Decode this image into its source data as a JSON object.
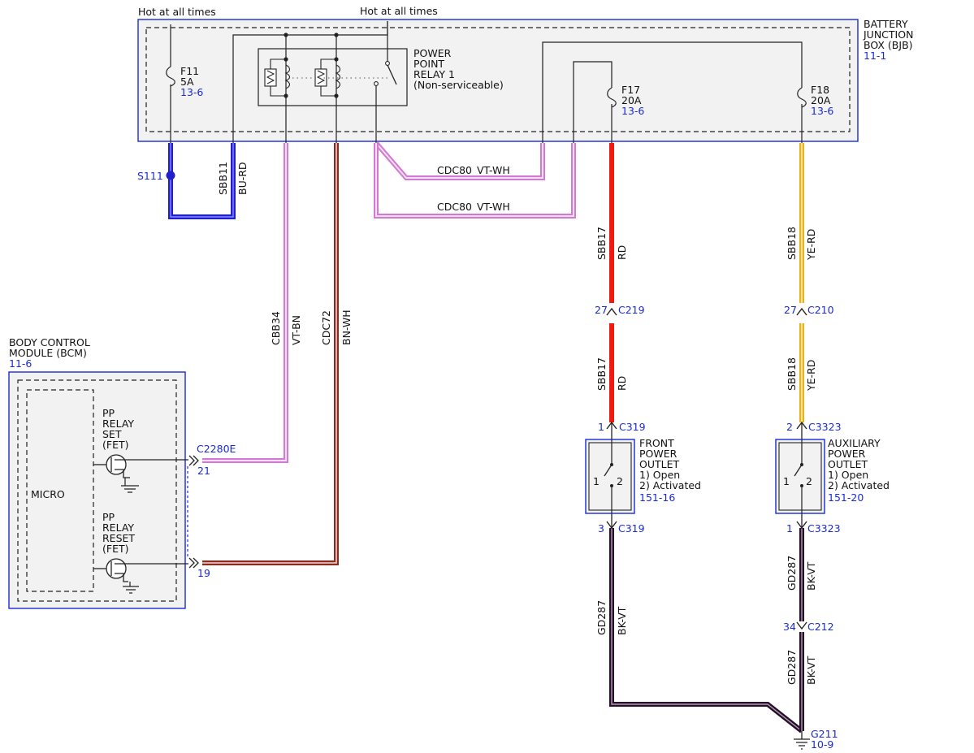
{
  "colors": {
    "blue_ref": "#1a2bd6",
    "wire_blue": "#1f1fd0",
    "wire_violet": "#e8a2e4",
    "wire_brown": "#8e2a20",
    "wire_red": "#ee1a10",
    "wire_yellow": "#e9b21b",
    "wire_black": "#241026",
    "box_fill": "#f2f2f2"
  },
  "bjb": {
    "name_lines": [
      "BATTERY",
      "JUNCTION",
      "BOX (BJB)"
    ],
    "ref": "11-1"
  },
  "hot_labels": [
    "Hot at all times",
    "Hot at all times"
  ],
  "fuses": {
    "f11": {
      "name": "F11",
      "rating": "5A",
      "ref": "13-6"
    },
    "f17": {
      "name": "F17",
      "rating": "20A",
      "ref": "13-6"
    },
    "f18": {
      "name": "F18",
      "rating": "20A",
      "ref": "13-6"
    }
  },
  "relay": {
    "lines": [
      "POWER",
      "POINT",
      "RELAY 1",
      "(Non-serviceable)"
    ]
  },
  "splice": "S111",
  "wires": {
    "sbb11": {
      "circuit": "SBB11",
      "color": "BU-RD"
    },
    "cdc80_a": {
      "circuit": "CDC80",
      "color": "VT-WH"
    },
    "cdc80_b": {
      "circuit": "CDC80",
      "color": "VT-WH"
    },
    "cbb34": {
      "circuit": "CBB34",
      "color": "VT-BN"
    },
    "cdc72": {
      "circuit": "CDC72",
      "color": "BN-WH"
    },
    "sbb17_a": {
      "circuit": "SBB17",
      "color": "RD"
    },
    "sbb17_b": {
      "circuit": "SBB17",
      "color": "RD"
    },
    "sbb18_a": {
      "circuit": "SBB18",
      "color": "YE-RD"
    },
    "sbb18_b": {
      "circuit": "SBB18",
      "color": "YE-RD"
    },
    "gd287_front": {
      "circuit": "GD287",
      "color": "BK-VT"
    },
    "gd287_aux_a": {
      "circuit": "GD287",
      "color": "BK-VT"
    },
    "gd287_aux_b": {
      "circuit": "GD287",
      "color": "BK-VT"
    }
  },
  "connectors": {
    "c219": {
      "pin": "27",
      "name": "C219"
    },
    "c210": {
      "pin": "27",
      "name": "C210"
    },
    "c319_top": {
      "pin": "1",
      "name": "C319"
    },
    "c319_bottom": {
      "pin": "3",
      "name": "C319"
    },
    "c3323_top": {
      "pin": "2",
      "name": "C3323"
    },
    "c3323_bottom": {
      "pin": "1",
      "name": "C3323"
    },
    "c212": {
      "pin": "34",
      "name": "C212"
    },
    "c2280e": {
      "name": "C2280E",
      "pin_set": "21",
      "pin_reset": "19"
    }
  },
  "bcm": {
    "name_lines": [
      "BODY CONTROL",
      "MODULE (BCM)"
    ],
    "ref": "11-6",
    "micro": "MICRO",
    "set_lines": [
      "PP",
      "RELAY",
      "SET",
      "(FET)"
    ],
    "reset_lines": [
      "PP",
      "RELAY",
      "RESET",
      "(FET)"
    ]
  },
  "front_outlet": {
    "lines": [
      "FRONT",
      "POWER",
      "OUTLET",
      "1) Open",
      "2) Activated"
    ],
    "ref": "151-16",
    "pin1": "1",
    "pin2": "2"
  },
  "aux_outlet": {
    "lines": [
      "AUXILIARY",
      "POWER",
      "OUTLET",
      "1) Open",
      "2) Activated"
    ],
    "ref": "151-20",
    "pin1": "1",
    "pin2": "2"
  },
  "ground": {
    "name": "G211",
    "ref": "10-9"
  }
}
